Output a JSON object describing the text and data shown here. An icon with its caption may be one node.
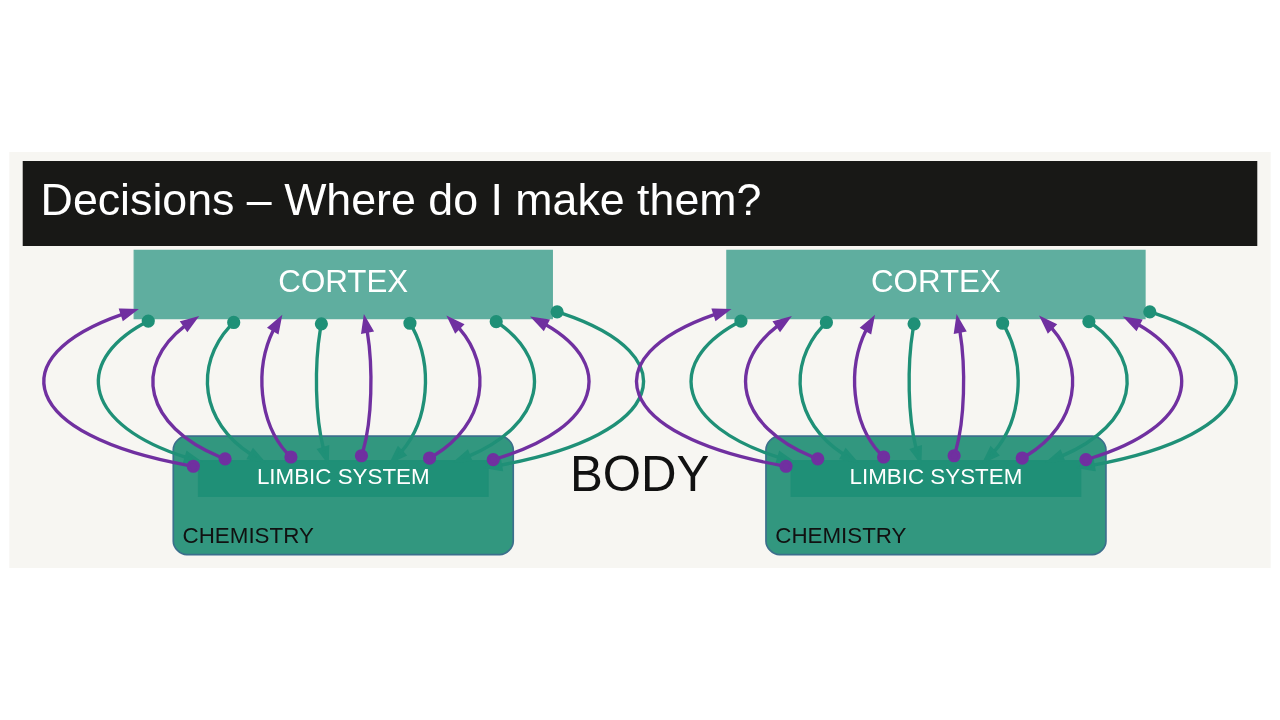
{
  "diagram": {
    "title": "Decisions – Where do I make them?",
    "nodes": [
      {
        "text": [
          "CORTEX"
        ]
      },
      {
        "text": [
          "CHEMISTRY"
        ]
      },
      {
        "text": [
          "LIMBIC SYSTEM"
        ],
        "in": 1
      },
      {
        "text": [
          "CORTEX"
        ]
      },
      {
        "text": [
          "CHEMISTRY"
        ]
      },
      {
        "text": [
          "LIMBIC SYSTEM"
        ],
        "in": 4
      }
    ],
    "edges": [
      {
        "from": 2,
        "to": 0,
        "arrow": "to",
        "color": "#7030a0"
      },
      {
        "from": 0,
        "to": 2,
        "arrow": "to",
        "color": "#1f9077"
      },
      {
        "from": 2,
        "to": 0,
        "arrow": "to",
        "color": "#7030a0"
      },
      {
        "from": 0,
        "to": 2,
        "arrow": "to",
        "color": "#1f9077"
      },
      {
        "from": 2,
        "to": 0,
        "arrow": "to",
        "color": "#7030a0"
      },
      {
        "from": 0,
        "to": 2,
        "arrow": "to",
        "color": "#1f9077"
      },
      {
        "from": 2,
        "to": 0,
        "arrow": "to",
        "color": "#7030a0"
      },
      {
        "from": 0,
        "to": 2,
        "arrow": "to",
        "color": "#1f9077"
      },
      {
        "from": 2,
        "to": 0,
        "arrow": "to",
        "color": "#7030a0"
      },
      {
        "from": 0,
        "to": 2,
        "arrow": "to",
        "color": "#1f9077"
      },
      {
        "from": 2,
        "to": 0,
        "arrow": "to",
        "color": "#7030a0"
      },
      {
        "from": 0,
        "to": 2,
        "arrow": "to",
        "color": "#1f9077"
      },
      {
        "from": 5,
        "to": 3,
        "arrow": "to",
        "color": "#7030a0"
      },
      {
        "from": 3,
        "to": 5,
        "arrow": "to",
        "color": "#1f9077"
      },
      {
        "from": 5,
        "to": 3,
        "arrow": "to",
        "color": "#7030a0"
      },
      {
        "from": 3,
        "to": 5,
        "arrow": "to",
        "color": "#1f9077"
      },
      {
        "from": 5,
        "to": 3,
        "arrow": "to",
        "color": "#7030a0"
      },
      {
        "from": 3,
        "to": 5,
        "arrow": "to",
        "color": "#1f9077"
      },
      {
        "from": 5,
        "to": 3,
        "arrow": "to",
        "color": "#7030a0"
      },
      {
        "from": 3,
        "to": 5,
        "arrow": "to",
        "color": "#1f9077"
      },
      {
        "from": 5,
        "to": 3,
        "arrow": "to",
        "color": "#7030a0"
      },
      {
        "from": 3,
        "to": 5,
        "arrow": "to",
        "color": "#1f9077"
      },
      {
        "from": 5,
        "to": 3,
        "arrow": "to",
        "color": "#7030a0"
      },
      {
        "from": 3,
        "to": 5,
        "arrow": "to",
        "color": "#1f9077"
      }
    ],
    "labels": [
      "BODY"
    ]
  }
}
